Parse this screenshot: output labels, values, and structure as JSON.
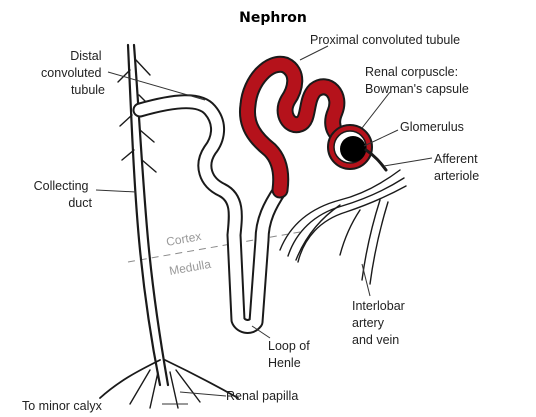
{
  "diagram": {
    "title": "Nephron",
    "labels": {
      "distal_line1": "Distal",
      "distal_line2": "convoluted",
      "distal_line3": "tubule",
      "proximal": "Proximal convoluted tubule",
      "corpuscle_line1": "Renal corpuscle:",
      "corpuscle_line2": "Bowman's capsule",
      "glomerulus": "Glomerulus",
      "afferent_line1": "Afferent",
      "afferent_line2": "arteriole",
      "collecting_line1": "Collecting",
      "collecting_line2": "duct",
      "cortex": "Cortex",
      "medulla": "Medulla",
      "interlobar_line1": "Interlobar",
      "interlobar_line2": "artery",
      "interlobar_line3": "and vein",
      "loop_line1": "Loop of",
      "loop_line2": "Henle",
      "minor_calyx": "To minor calyx",
      "papilla": "Renal papilla"
    },
    "colors": {
      "proximal_tubule": "#b5121b",
      "glomerulus": "#000000",
      "outline": "#1a1a1a",
      "zone_text": "#9a9a9a"
    }
  }
}
